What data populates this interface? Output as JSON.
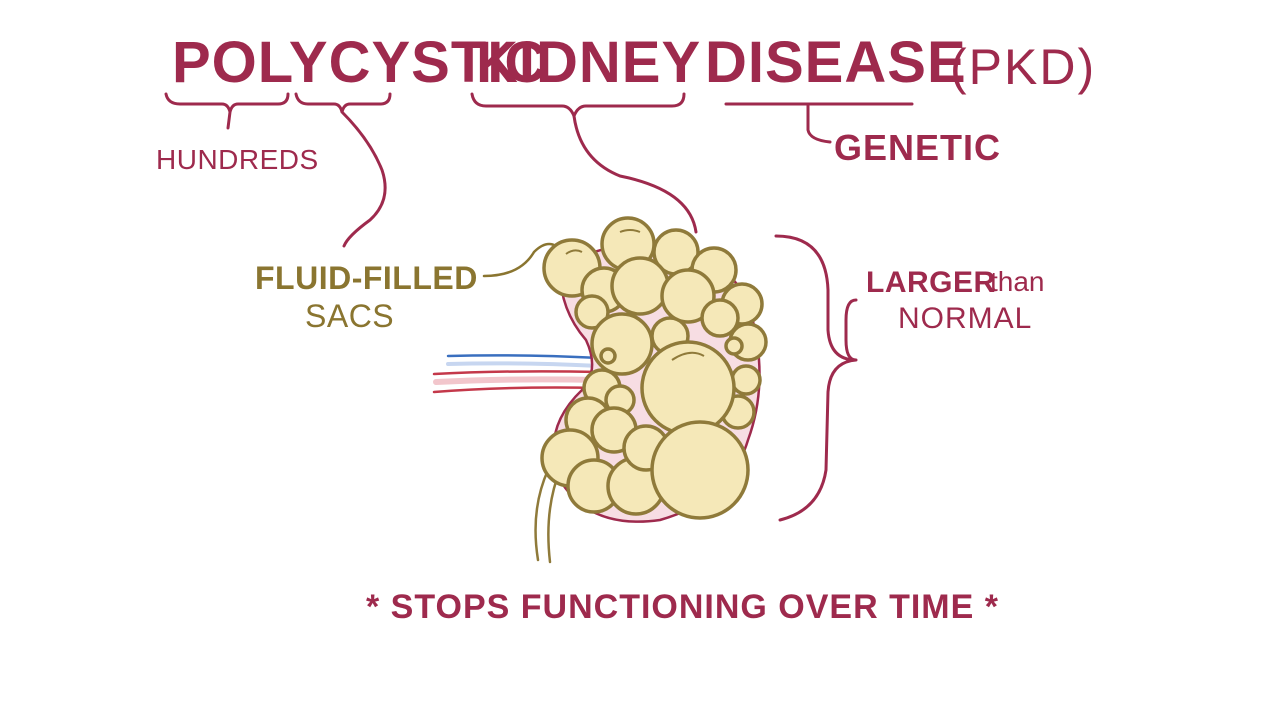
{
  "title": {
    "part1": "POLYCYSTIC",
    "part2": "KIDNEY",
    "part3": "DISEASE",
    "abbreviation": "(PKD)"
  },
  "annotations": {
    "hundreds": "HUNDREDS",
    "genetic": "GENETIC",
    "fluid_filled_line1": "FLUID-FILLED",
    "fluid_filled_line2": "SACS",
    "larger": "LARGER",
    "than": "than",
    "normal": "NORMAL"
  },
  "footer": "* STOPS FUNCTIONING OVER TIME *",
  "colors": {
    "maroon": "#9e2a4d",
    "olive": "#8a7530",
    "cyst_fill": "#f5e8b8",
    "cyst_stroke": "#8f7a3a",
    "kidney_tissue": "#f7dde3",
    "vein": "#3a6fbf",
    "artery": "#c4384a"
  },
  "icons": [
    "polycystic-kidney-illustration"
  ]
}
